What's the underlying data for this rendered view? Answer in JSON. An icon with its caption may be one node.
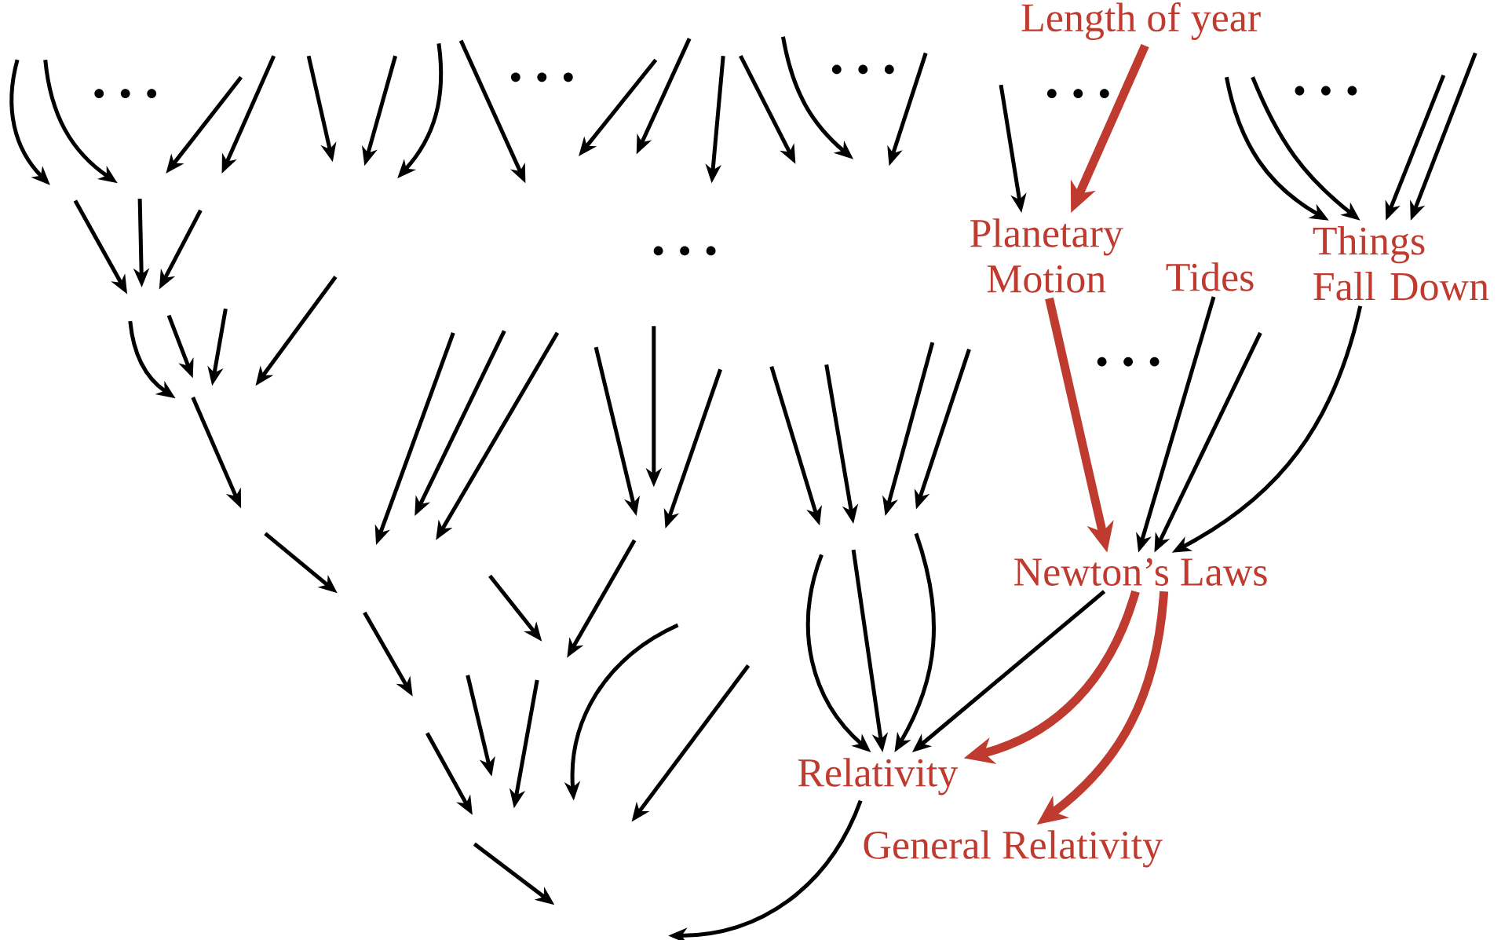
{
  "diagram": {
    "nodes": [
      {
        "text": [
          "Length of year"
        ]
      },
      {
        "text": [
          "Planetary Motion"
        ]
      },
      {
        "text": [
          "Tides"
        ]
      },
      {
        "text": [
          "Things Fall Down"
        ]
      },
      {
        "text": [
          "Newton’s Laws"
        ]
      },
      {
        "text": [
          "Relativity"
        ]
      },
      {
        "text": [
          "General Relativity"
        ]
      }
    ],
    "edges": [
      {
        "from": 0,
        "to": 1,
        "arrow": "to",
        "style": "thick",
        "color": "#bf3b2f"
      },
      {
        "from": null,
        "to": 1,
        "arrow": "to"
      },
      {
        "from": 1,
        "to": 4,
        "arrow": "to",
        "style": "thick",
        "color": "#bf3b2f"
      },
      {
        "from": 2,
        "to": 4,
        "arrow": "to"
      },
      {
        "from": null,
        "to": 4,
        "arrow": "to"
      },
      {
        "from": 3,
        "to": 4,
        "arrow": "to"
      },
      {
        "from": null,
        "to": 3,
        "arrow": "to"
      },
      {
        "from": null,
        "to": 3,
        "arrow": "to"
      },
      {
        "from": null,
        "to": 3,
        "arrow": "to"
      },
      {
        "from": null,
        "to": 3,
        "arrow": "to"
      },
      {
        "from": null,
        "to": 5,
        "arrow": "to"
      },
      {
        "from": null,
        "to": 5,
        "arrow": "to"
      },
      {
        "from": null,
        "to": 5,
        "arrow": "to"
      },
      {
        "from": 4,
        "to": 5,
        "arrow": "to"
      },
      {
        "from": 4,
        "to": 5,
        "arrow": "to",
        "style": "thick",
        "color": "#bf3b2f"
      },
      {
        "from": 4,
        "to": 6,
        "arrow": "to",
        "style": "thick",
        "color": "#bf3b2f"
      },
      {
        "from": 5,
        "to": null,
        "arrow": "to"
      }
    ],
    "labels": [
      "…",
      "…",
      "…",
      "…",
      "…",
      "…",
      "…"
    ]
  }
}
